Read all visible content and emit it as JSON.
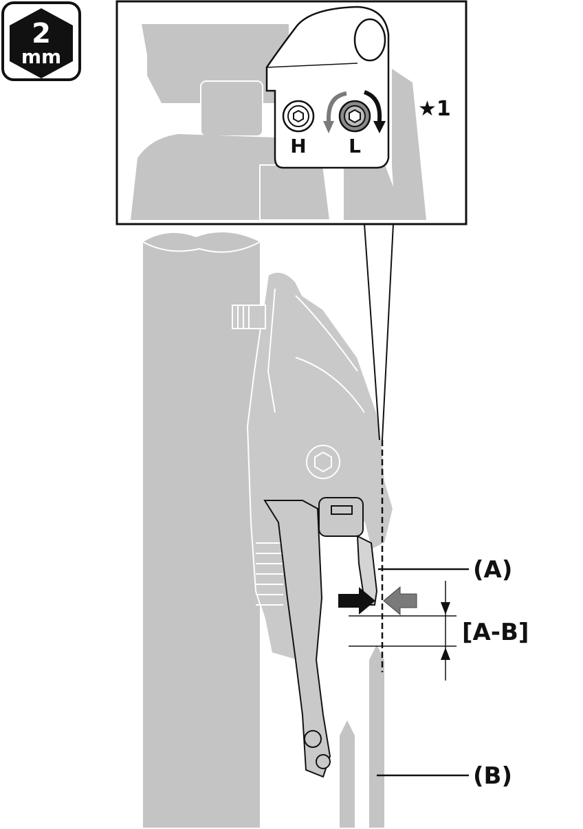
{
  "tool_badge": {
    "size_value": "2",
    "size_unit": "mm",
    "icon": "hex-key-icon"
  },
  "callout": {
    "screw_h": "H",
    "screw_l": "L",
    "note_mark": "★1"
  },
  "labels": {
    "a": "(A)",
    "a_minus_b": "[A-B]",
    "b": "(B)"
  },
  "colors": {
    "part_gray": "#c4c4c4",
    "dark_gray": "#8a8a8a",
    "arrow_black": "#111111",
    "arrow_gray": "#7a7a7a"
  }
}
